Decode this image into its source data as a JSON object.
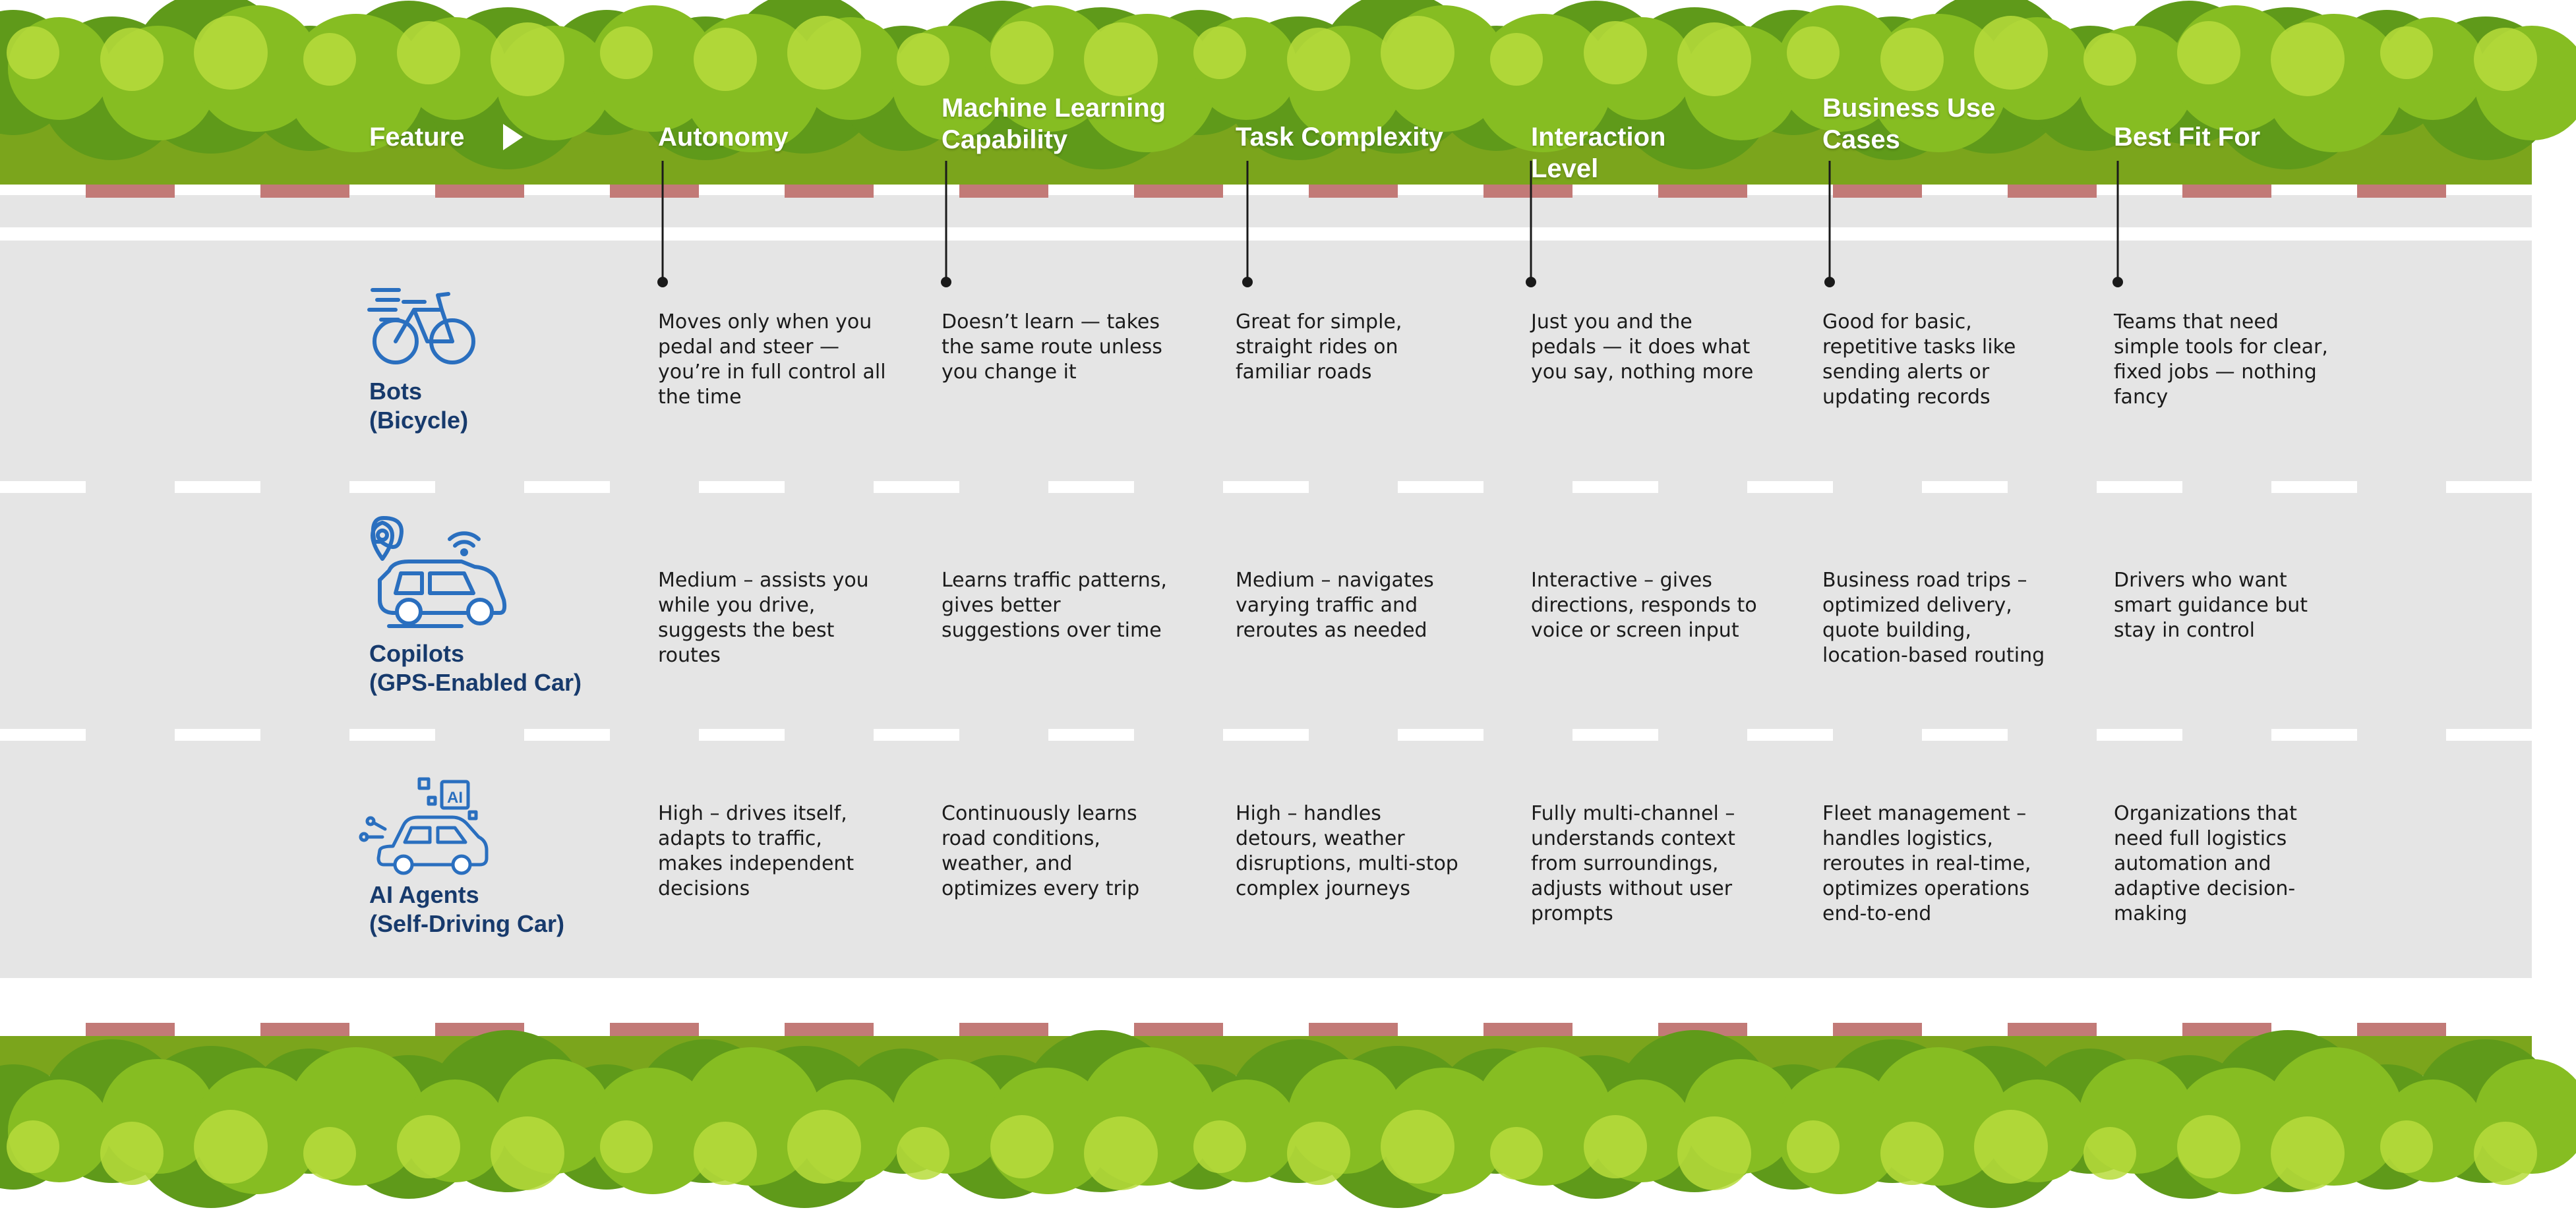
{
  "colors": {
    "hedge_dark": "#5f9a1a",
    "hedge_mid": "#86bd22",
    "hedge_light": "#b7dc3c",
    "hedge_base": "#7ba51c",
    "curb": "#c27a77",
    "road": "#e5e5e5",
    "icon_blue": "#2a6fbf",
    "label_navy": "#173a6c"
  },
  "header": {
    "feature": "Feature",
    "columns": [
      {
        "label": "Autonomy"
      },
      {
        "label": "Machine Learning Capability",
        "lines": [
          "Machine Learning",
          "Capability"
        ]
      },
      {
        "label": "Task Complexity"
      },
      {
        "label": "Interaction Level",
        "lines": [
          "Interaction",
          "Level"
        ]
      },
      {
        "label": "Business Use Cases",
        "lines": [
          "Business Use",
          "Cases"
        ]
      },
      {
        "label": "Best Fit For"
      }
    ]
  },
  "rows": [
    {
      "icon": "bicycle-icon",
      "name": "Bots",
      "sub": "(Bicycle)",
      "cells": [
        [
          "Moves only when you",
          "pedal and steer —",
          "you’re in full control all",
          "the time"
        ],
        [
          "Doesn’t learn — takes",
          "the same route unless",
          "you change it"
        ],
        [
          "Great for simple,",
          "straight rides on",
          "familiar roads"
        ],
        [
          "Just you and the",
          "pedals — it does what",
          "you say, nothing more"
        ],
        [
          "Good for basic,",
          "repetitive tasks like",
          "sending alerts or",
          "updating records"
        ],
        [
          "Teams that need",
          "simple tools for clear,",
          "fixed jobs — nothing",
          "fancy"
        ]
      ]
    },
    {
      "icon": "gps-car-icon",
      "name": "Copilots",
      "sub": "(GPS-Enabled Car)",
      "cells": [
        [
          "Medium – assists you",
          "while you drive,",
          "suggests the best",
          "routes"
        ],
        [
          "Learns traffic patterns,",
          "gives better",
          "suggestions over time"
        ],
        [
          "Medium – navigates",
          "varying traffic and",
          "reroutes as needed"
        ],
        [
          "Interactive – gives",
          "directions, responds to",
          "voice or screen input"
        ],
        [
          "Business road trips –",
          "optimized delivery,",
          "quote building,",
          "location-based routing"
        ],
        [
          "Drivers who want",
          "smart guidance but",
          "stay in control"
        ]
      ]
    },
    {
      "icon": "self-driving-car-icon",
      "icon_badge": "AI",
      "name": "AI Agents",
      "sub": "(Self-Driving Car)",
      "cells": [
        [
          "High – drives itself,",
          "adapts to traffic,",
          "makes independent",
          "decisions"
        ],
        [
          "Continuously learns",
          "road conditions,",
          "weather, and",
          "optimizes every trip"
        ],
        [
          "High – handles",
          "detours, weather",
          "disruptions, multi-stop",
          "complex journeys"
        ],
        [
          "Fully multi-channel –",
          "understands context",
          "from surroundings,",
          "adjusts without user",
          "prompts"
        ],
        [
          "Fleet management –",
          "handles logistics,",
          "reroutes in real-time,",
          "optimizes operations",
          "end-to-end"
        ],
        [
          "Organizations that",
          "need full logistics",
          "automation and",
          "adaptive decision-",
          "making"
        ]
      ]
    }
  ]
}
